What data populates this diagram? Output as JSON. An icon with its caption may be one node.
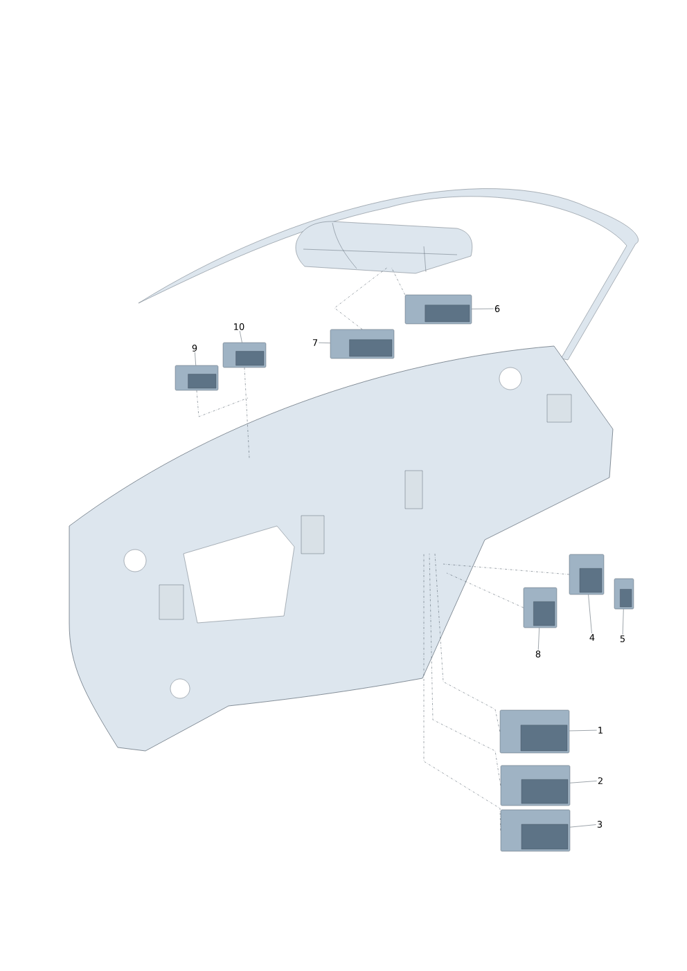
{
  "diagram": {
    "nodes": [
      {
        "text": [
          "1"
        ]
      },
      {
        "text": [
          "2"
        ]
      },
      {
        "text": [
          "3"
        ]
      },
      {
        "text": [
          "4"
        ]
      },
      {
        "text": [
          "5"
        ]
      },
      {
        "text": [
          "6"
        ]
      },
      {
        "text": [
          "7"
        ]
      },
      {
        "text": [
          "8"
        ]
      },
      {
        "text": [
          "9"
        ]
      },
      {
        "text": [
          "10"
        ]
      },
      {
        "text": [],
        "shape": "picture"
      },
      {
        "text": [],
        "shape": "picture"
      },
      {
        "text": [],
        "shape": "picture"
      },
      {
        "text": [],
        "shape": "picture"
      },
      {
        "text": [],
        "shape": "picture"
      },
      {
        "text": [],
        "shape": "picture"
      },
      {
        "text": [],
        "shape": "picture"
      },
      {
        "text": [],
        "shape": "picture"
      },
      {
        "text": [],
        "shape": "picture"
      },
      {
        "text": [],
        "shape": "picture"
      },
      {
        "text": [],
        "shape": "picture"
      },
      {
        "text": [],
        "shape": "picture"
      }
    ],
    "edges": [
      {
        "from": 0,
        "to": 10,
        "arrow": "none"
      },
      {
        "from": 1,
        "to": 11,
        "arrow": "none"
      },
      {
        "from": 2,
        "to": 12,
        "arrow": "none"
      },
      {
        "from": 3,
        "to": 13,
        "arrow": "none"
      },
      {
        "from": 4,
        "to": 14,
        "arrow": "none"
      },
      {
        "from": 5,
        "to": 15,
        "arrow": "none"
      },
      {
        "from": 6,
        "to": 16,
        "arrow": "none"
      },
      {
        "from": 7,
        "to": 17,
        "arrow": "none"
      },
      {
        "from": 8,
        "to": 18,
        "arrow": "none"
      },
      {
        "from": 9,
        "to": 19,
        "arrow": "none"
      },
      {
        "from": 10,
        "to": 20,
        "arrow": "none",
        "style": "dashed"
      },
      {
        "from": 11,
        "to": 20,
        "arrow": "none",
        "style": "dashed"
      },
      {
        "from": 12,
        "to": 20,
        "arrow": "none",
        "style": "dashed"
      },
      {
        "from": 13,
        "to": 20,
        "arrow": "none",
        "style": "dashed"
      },
      {
        "from": 17,
        "to": 20,
        "arrow": "none",
        "style": "dashed"
      },
      {
        "from": 15,
        "to": 21,
        "arrow": "none",
        "style": "dashed"
      },
      {
        "from": 16,
        "to": 21,
        "arrow": "none",
        "style": "dashed"
      },
      {
        "from": 18,
        "to": 20,
        "arrow": "none",
        "style": "dashed"
      },
      {
        "from": 19,
        "to": 20,
        "arrow": "none",
        "style": "dashed"
      }
    ]
  }
}
